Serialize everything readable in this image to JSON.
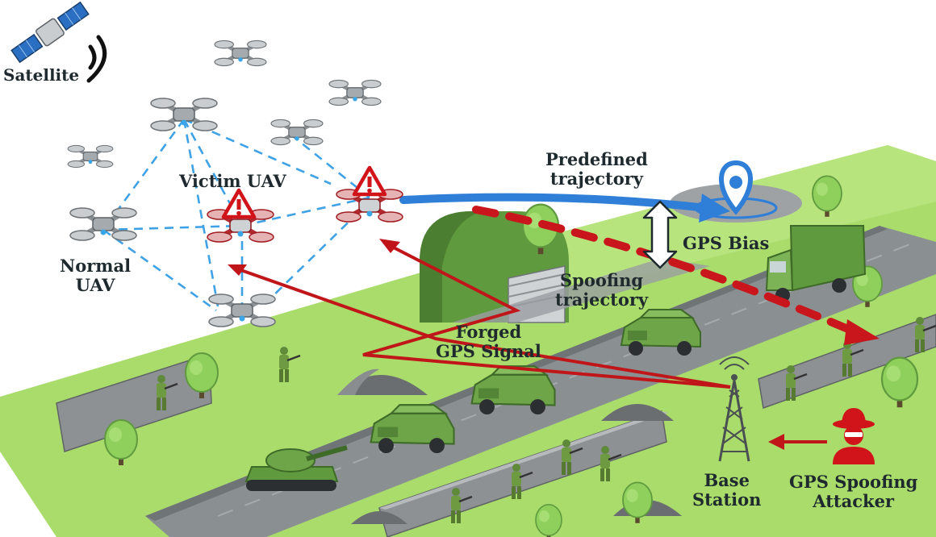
{
  "labels": {
    "satellite": "Satellite",
    "victim_uav": "Victim UAV",
    "normal_uav_line1": "Normal",
    "normal_uav_line2": "UAV",
    "predefined_line1": "Predefined",
    "predefined_line2": "trajectory",
    "gps_bias": "GPS Bias",
    "spoofing_line1": "Spoofing",
    "spoofing_line2": "trajectory",
    "forged_line1": "Forged",
    "forged_line2": "GPS Signal",
    "base_line1": "Base",
    "base_line2": "Station",
    "attacker_line1": "GPS Spoofing",
    "attacker_line2": "Attacker"
  },
  "colors": {
    "ground": "#a9dc6a",
    "road": "#8a8f92",
    "trench_wall": "#7a7f82",
    "predefined_arrow": "#2f7fd8",
    "spoofed_path": "#c8161c",
    "forged_signal": "#c0161a",
    "swarm_link": "#3fa2e6",
    "military_green": "#5f9a3e",
    "uav_body": "#9aa0a4",
    "victim_accent": "#c8161c"
  },
  "icons": {
    "satellite": "satellite-icon",
    "uav": "quadcopter-icon",
    "warning": "warning-triangle-icon",
    "location": "location-pin-icon",
    "tower": "radio-tower-icon",
    "attacker": "hacker-icon"
  }
}
